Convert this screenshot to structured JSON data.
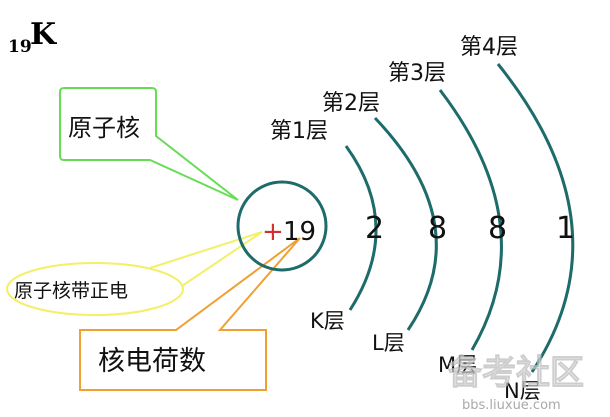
{
  "element": {
    "mass_prefix": "19",
    "symbol": "K"
  },
  "nucleus": {
    "sign": "+",
    "charge": "19"
  },
  "shells": [
    {
      "top_label": "第1层",
      "bottom_label": "K层",
      "electrons": "2"
    },
    {
      "top_label": "第2层",
      "bottom_label": "L层",
      "electrons": "8"
    },
    {
      "top_label": "第3层",
      "bottom_label": "M层",
      "electrons": "8"
    },
    {
      "top_label": "第4层",
      "bottom_label": "N层",
      "electrons": "1"
    }
  ],
  "callouts": {
    "nucleus": "原子核",
    "positive_charge": "原子核带正电",
    "nuclear_charge": "核电荷数"
  },
  "watermark": {
    "main": "备考社区",
    "url": "bbs.liuxue.com"
  },
  "colors": {
    "arc": "#1d6b6b",
    "nucleus_circle": "#1d6b6b",
    "green_callout": "#66dd55",
    "yellow_callout": "#f2f066",
    "orange_callout": "#f0a030",
    "plus_sign": "#d03030"
  }
}
